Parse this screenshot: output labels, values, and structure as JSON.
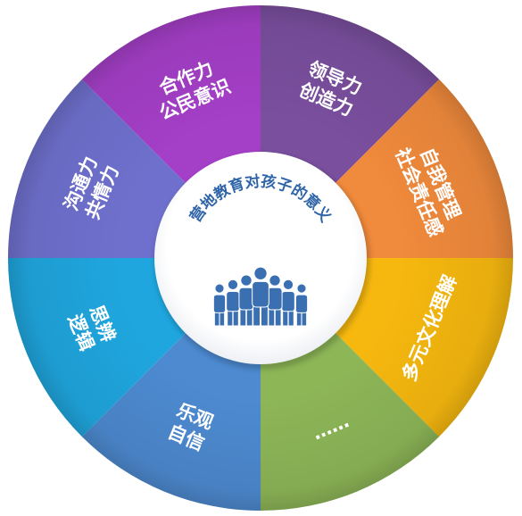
{
  "diagram": {
    "center": {
      "title": "营地教育对孩子的意义",
      "title_color": "#2f64a8",
      "people_icon_color": "#3a6fb2",
      "icon": "group-of-people-icon"
    },
    "segments": [
      {
        "lines": [
          "领导力",
          "创造力"
        ],
        "color": "#7a4f9e"
      },
      {
        "lines": [
          "自我管理",
          "社会责任感"
        ],
        "color": "#f08a3c"
      },
      {
        "lines": [
          "多元文化理解"
        ],
        "color": "#f6b80f"
      },
      {
        "lines": [
          "……"
        ],
        "color": "#8db657"
      },
      {
        "lines": [
          "乐观",
          "自信"
        ],
        "color": "#4d8ad0"
      },
      {
        "lines": [
          "思辨",
          "逻辑"
        ],
        "color": "#1fa6de"
      },
      {
        "lines": [
          "沟通力",
          "共情力"
        ],
        "color": "#6f70cd"
      },
      {
        "lines": [
          "合作力",
          "公民意识"
        ],
        "color": "#a43fc7"
      }
    ]
  }
}
